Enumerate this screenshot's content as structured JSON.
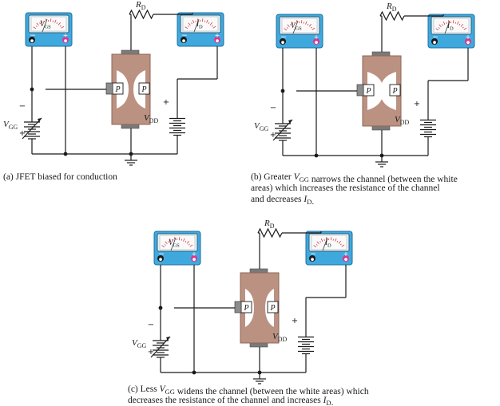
{
  "figure": {
    "panels": [
      {
        "id": "a",
        "caption_lines": [
          "(a) JFET biased for conduction"
        ],
        "labels": {
          "rd": "R",
          "rd_sub": "D",
          "vgs": "V",
          "vgs_sub": "GS",
          "id": "I",
          "id_sub": "D",
          "vgg": "V",
          "vgg_sub": "GG",
          "vdd": "V",
          "vdd_sub": "DD",
          "gate": "P"
        },
        "depletion_level": "medium"
      },
      {
        "id": "b",
        "caption_lines": [
          "(b) Greater V_GG narrows the channel (between the white",
          "areas) which increases the resistance of the channel",
          "and decreases I_D."
        ],
        "labels": {
          "rd": "R",
          "rd_sub": "D",
          "vgs": "V",
          "vgs_sub": "GS",
          "id": "I",
          "id_sub": "D",
          "vgg": "V",
          "vgg_sub": "GG",
          "vdd": "V",
          "vdd_sub": "DD",
          "gate": "P"
        },
        "depletion_level": "high"
      },
      {
        "id": "c",
        "caption_lines": [
          "(c) Less V_GG widens the channel (between the white areas) which",
          "decreases the resistance of the channel and increases I_D."
        ],
        "labels": {
          "rd": "R",
          "rd_sub": "D",
          "vgs": "V",
          "vgs_sub": "GS",
          "id": "I",
          "id_sub": "D",
          "vgg": "V",
          "vgg_sub": "GG",
          "vdd": "V",
          "vdd_sub": "DD",
          "gate": "P"
        },
        "depletion_level": "low"
      }
    ],
    "symbols": {
      "plus": "+",
      "minus": "−"
    },
    "colors": {
      "meter_body": "#3fa9de",
      "channel": "#bb9182",
      "terminal_positive": "#e0338d",
      "terminal_negative": "#1b1b1b",
      "needle": "#d9272e"
    }
  }
}
